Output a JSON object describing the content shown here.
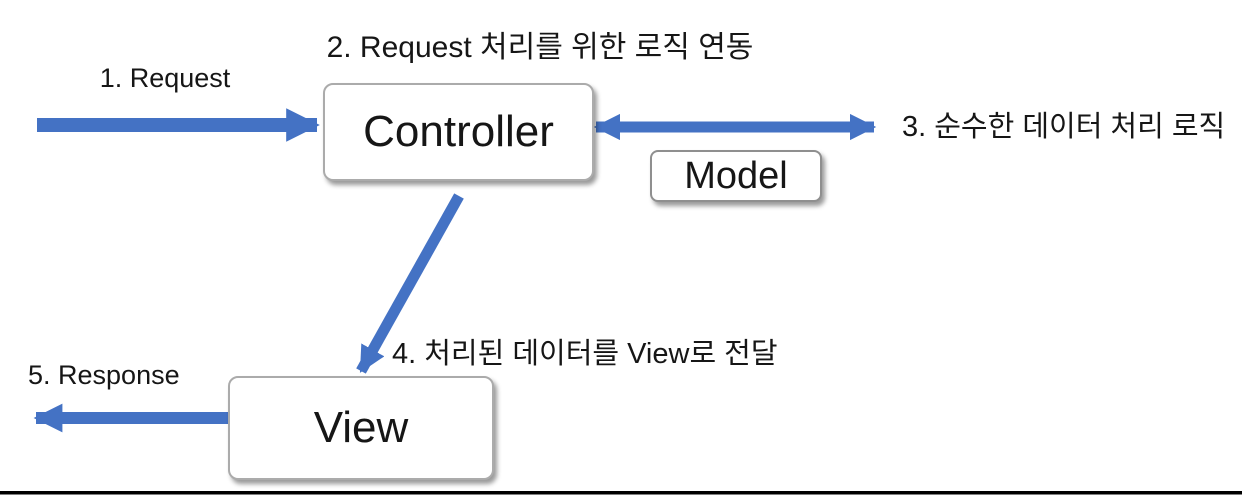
{
  "diagram": {
    "nodes": {
      "controller": "Controller",
      "model": "Model",
      "view": "View"
    },
    "steps": {
      "step1": "1. Request",
      "step2": "2. Request 처리를 위한 로직 연동",
      "step3": "3. 순수한 데이터 처리 로직",
      "step4": "4. 처리된 데이터를 View로 전달",
      "step5": "5. Response"
    },
    "colors": {
      "arrow": "#4472C4",
      "node_border": "#ABABAB",
      "text": "#161616",
      "divider": "#000000"
    }
  }
}
